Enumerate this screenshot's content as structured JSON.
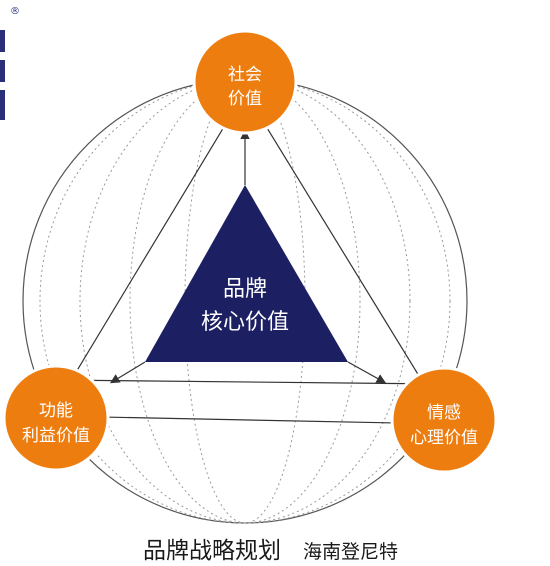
{
  "registered_mark": "®",
  "nodes": {
    "social": {
      "line1": "社会",
      "line2": "价值"
    },
    "functional": {
      "line1": "功能",
      "line2": "利益价值"
    },
    "emotional": {
      "line1": "情感",
      "line2": "心理价值"
    }
  },
  "core": {
    "line1": "品牌",
    "line2": "核心价值"
  },
  "caption": {
    "title": "品牌战略规划",
    "author": "海南登尼特"
  },
  "colors": {
    "node_fill": "#ee7d10",
    "node_stroke": "#ffffff",
    "core_fill": "#1c1f62",
    "line": "#333333",
    "sphere_dotted": "#9a9a9a",
    "accent_bar": "#2b2f7a"
  }
}
